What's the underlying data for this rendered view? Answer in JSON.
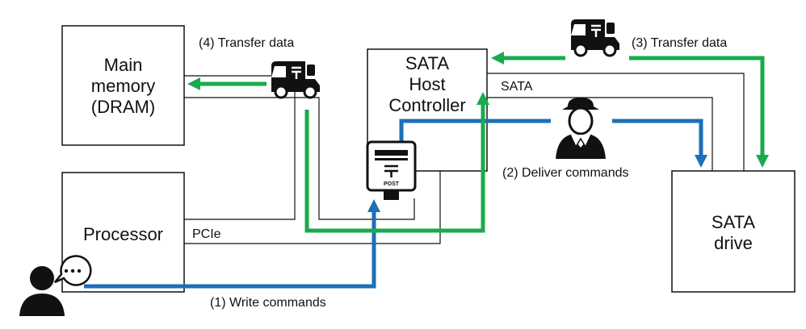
{
  "boxes": {
    "main_memory": [
      "Main",
      "memory",
      "(DRAM)"
    ],
    "sata_host_controller": [
      "SATA",
      "Host",
      "Controller"
    ],
    "processor": "Processor",
    "sata_drive": [
      "SATA",
      "drive"
    ]
  },
  "bus_labels": {
    "sata": "SATA",
    "pcie": "PCIe"
  },
  "steps": {
    "write_commands": "(1) Write commands",
    "deliver_commands": "(2) Deliver commands",
    "transfer_data_drive": "(3) Transfer data",
    "transfer_data_memory": "(4) Transfer data"
  },
  "icons": {
    "post_box_label": "POST"
  },
  "colors": {
    "command_arrow": "#1d6fb8",
    "data_arrow": "#1aaa4e",
    "outline": "#111111"
  }
}
